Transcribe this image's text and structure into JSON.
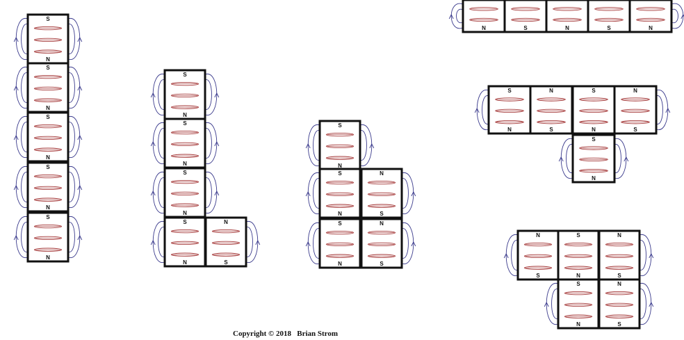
{
  "figure": {
    "copyright": "Copyright © 2018   Brian Strom",
    "colors": {
      "outline": "#111111",
      "field_line": "#3a3a8c",
      "current_loop": "#a33636"
    },
    "arrangements": [
      {
        "name": "vertical-stack-of-five",
        "blocks": [
          {
            "top": "S",
            "bottom": "N"
          },
          {
            "top": "S",
            "bottom": "N"
          },
          {
            "top": "S",
            "bottom": "N"
          },
          {
            "top": "S",
            "bottom": "N"
          },
          {
            "top": "S",
            "bottom": "N"
          }
        ]
      },
      {
        "name": "l-shape",
        "blocks": [
          {
            "top": "S",
            "bottom": "N"
          },
          {
            "top": "S",
            "bottom": "N"
          },
          {
            "top": "S",
            "bottom": "N"
          },
          {
            "top": "S",
            "bottom": "N"
          },
          {
            "top": "N",
            "bottom": "S"
          }
        ]
      },
      {
        "name": "stepped-shape",
        "blocks": [
          {
            "top": "S",
            "bottom": "N"
          },
          {
            "top": "S",
            "bottom": "N"
          },
          {
            "top": "N",
            "bottom": "S"
          },
          {
            "top": "S",
            "bottom": "N"
          },
          {
            "top": "N",
            "bottom": "S"
          }
        ]
      },
      {
        "name": "horizontal-row-top",
        "blocks": [
          {
            "top": "",
            "bottom": "N"
          },
          {
            "top": "",
            "bottom": "S"
          },
          {
            "top": "",
            "bottom": "N"
          },
          {
            "top": "",
            "bottom": "S"
          },
          {
            "top": "",
            "bottom": "N"
          }
        ]
      },
      {
        "name": "t-shape",
        "blocks": [
          {
            "top": "S",
            "bottom": "N"
          },
          {
            "top": "N",
            "bottom": "S"
          },
          {
            "top": "S",
            "bottom": "N"
          },
          {
            "top": "N",
            "bottom": "S"
          },
          {
            "top": "S",
            "bottom": "N"
          }
        ]
      },
      {
        "name": "offset-block-shape",
        "blocks": [
          {
            "top": "N",
            "bottom": "S"
          },
          {
            "top": "S",
            "bottom": "N"
          },
          {
            "top": "N",
            "bottom": "S"
          },
          {
            "top": "S",
            "bottom": "N"
          },
          {
            "top": "N",
            "bottom": "S"
          }
        ]
      }
    ]
  }
}
